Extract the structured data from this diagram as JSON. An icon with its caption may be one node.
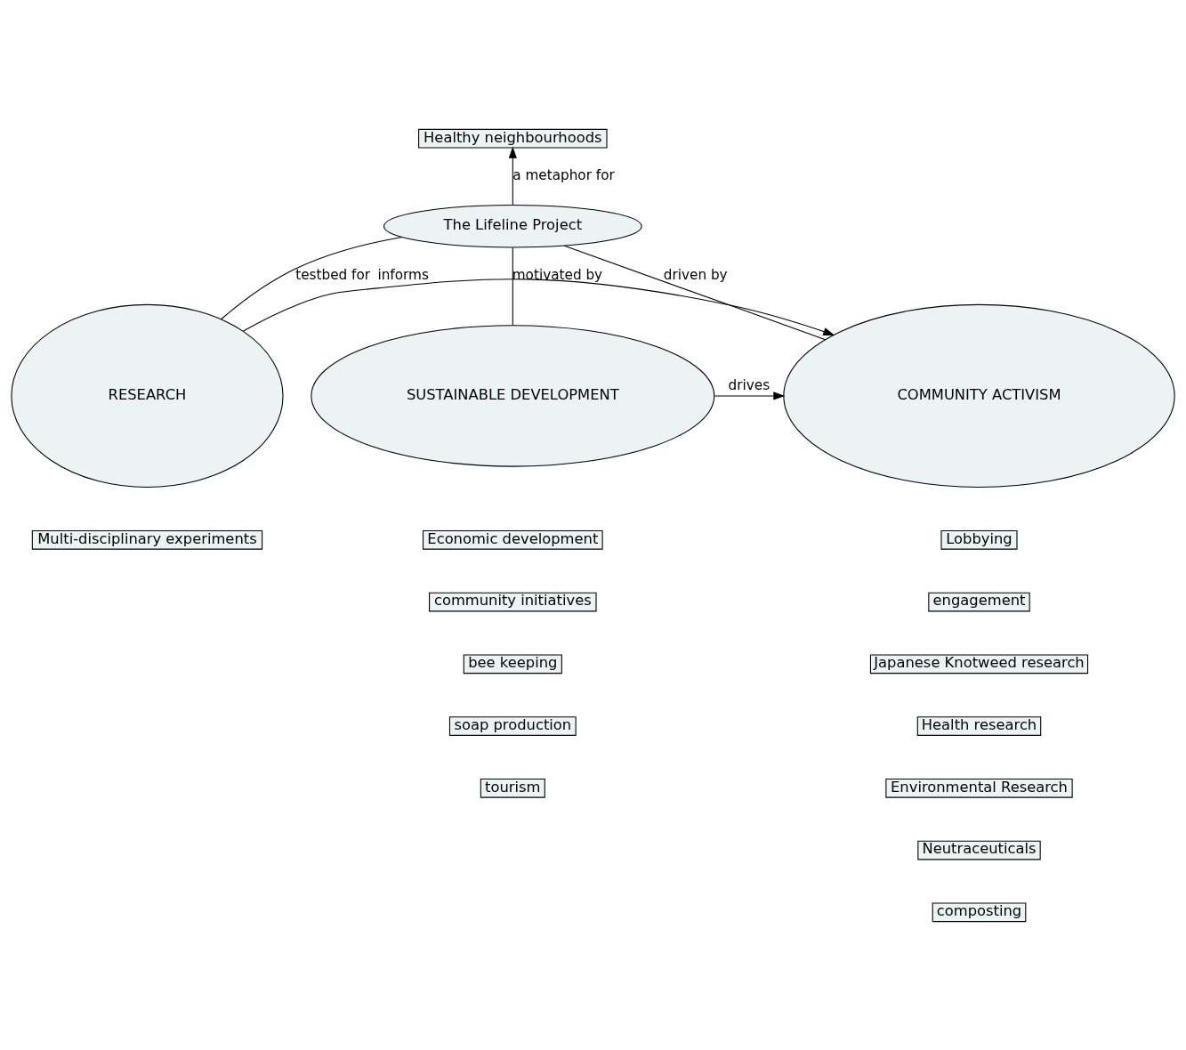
{
  "diagram": {
    "nodes": [
      {
        "text": [
          "Healthy neighbourhoods"
        ]
      },
      {
        "text": [
          "The Lifeline Project"
        ]
      },
      {
        "text": [
          "RESEARCH"
        ]
      },
      {
        "text": [
          "COMMUNITY ACTIVISM"
        ]
      },
      {
        "text": [
          "SUSTAINABLE DEVELOPMENT"
        ]
      },
      {
        "text": [
          "Multi-disciplinary experiments"
        ]
      },
      {
        "text": [
          "Lobbying"
        ]
      },
      {
        "text": [
          "engagement"
        ]
      },
      {
        "text": [
          "Economic development"
        ]
      },
      {
        "text": [
          "community initiatives"
        ]
      },
      {
        "text": [
          "bee keeping"
        ]
      },
      {
        "text": [
          "soap production"
        ]
      },
      {
        "text": [
          "tourism"
        ]
      },
      {
        "text": [
          "Japanese Knotweed research"
        ]
      },
      {
        "text": [
          "Health research"
        ]
      },
      {
        "text": [
          "Environmental Research"
        ]
      },
      {
        "text": [
          "Neutraceuticals"
        ]
      },
      {
        "text": [
          "composting"
        ]
      }
    ],
    "edges": [
      {
        "from": 1,
        "to": 0,
        "arrow": "to",
        "label": "a metaphor for"
      },
      {
        "from": 1,
        "to": 2,
        "arrow": "none",
        "label": "testbed for"
      },
      {
        "from": 1,
        "to": 3,
        "arrow": "none",
        "label": "driven by"
      },
      {
        "from": 1,
        "to": 4,
        "arrow": "none",
        "label": "motivated by"
      },
      {
        "from": 2,
        "to": 3,
        "arrow": "to",
        "label": "informs"
      },
      {
        "from": 4,
        "to": 3,
        "arrow": "to",
        "label": "drives"
      }
    ]
  }
}
